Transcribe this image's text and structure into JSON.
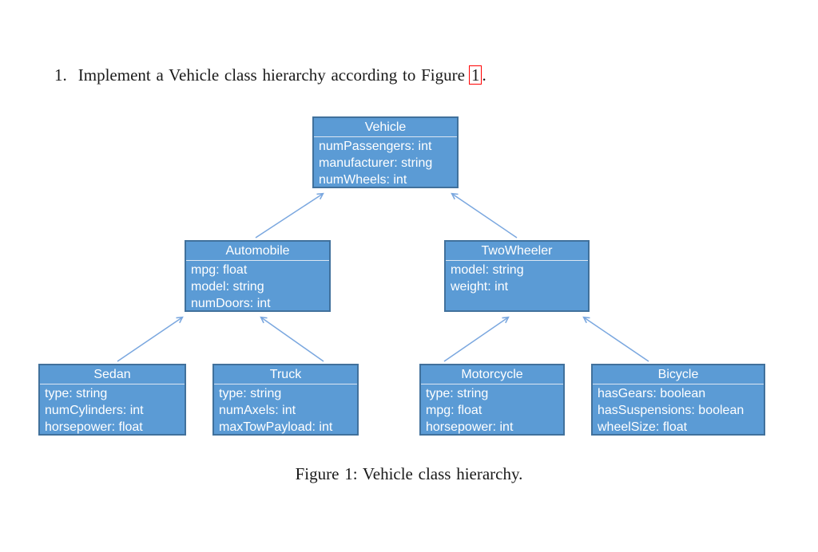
{
  "task": {
    "number": "1.",
    "text": "Implement a Vehicle class hierarchy according to Figure",
    "figure_ref": "1",
    "suffix": "."
  },
  "figure_caption": "Figure 1: Vehicle class hierarchy.",
  "diagram": {
    "classes": [
      {
        "name": "Vehicle",
        "attributes": [
          "numPassengers: int",
          "manufacturer: string",
          "numWheels: int"
        ]
      },
      {
        "name": "Automobile",
        "attributes": [
          "mpg: float",
          "model: string",
          "numDoors: int"
        ]
      },
      {
        "name": "TwoWheeler",
        "attributes": [
          "model: string",
          "weight: int"
        ]
      },
      {
        "name": "Sedan",
        "attributes": [
          "type: string",
          "numCylinders: int",
          "horsepower: float"
        ]
      },
      {
        "name": "Truck",
        "attributes": [
          "type: string",
          "numAxels: int",
          "maxTowPayload: int"
        ]
      },
      {
        "name": "Motorcycle",
        "attributes": [
          "type: string",
          "mpg: float",
          "horsepower: int"
        ]
      },
      {
        "name": "Bicycle",
        "attributes": [
          "hasGears: boolean",
          "hasSuspensions: boolean",
          "wheelSize: float"
        ]
      }
    ],
    "relations": [
      {
        "from": "Automobile",
        "to": "Vehicle"
      },
      {
        "from": "TwoWheeler",
        "to": "Vehicle"
      },
      {
        "from": "Sedan",
        "to": "Automobile"
      },
      {
        "from": "Truck",
        "to": "Automobile"
      },
      {
        "from": "Motorcycle",
        "to": "TwoWheeler"
      },
      {
        "from": "Bicycle",
        "to": "TwoWheeler"
      }
    ],
    "colors": {
      "box_fill": "#5b9bd5",
      "box_border": "#41719c",
      "box_text": "#ffffff",
      "arrow": "#7aa7df",
      "ref_border": "#ff0000"
    }
  }
}
